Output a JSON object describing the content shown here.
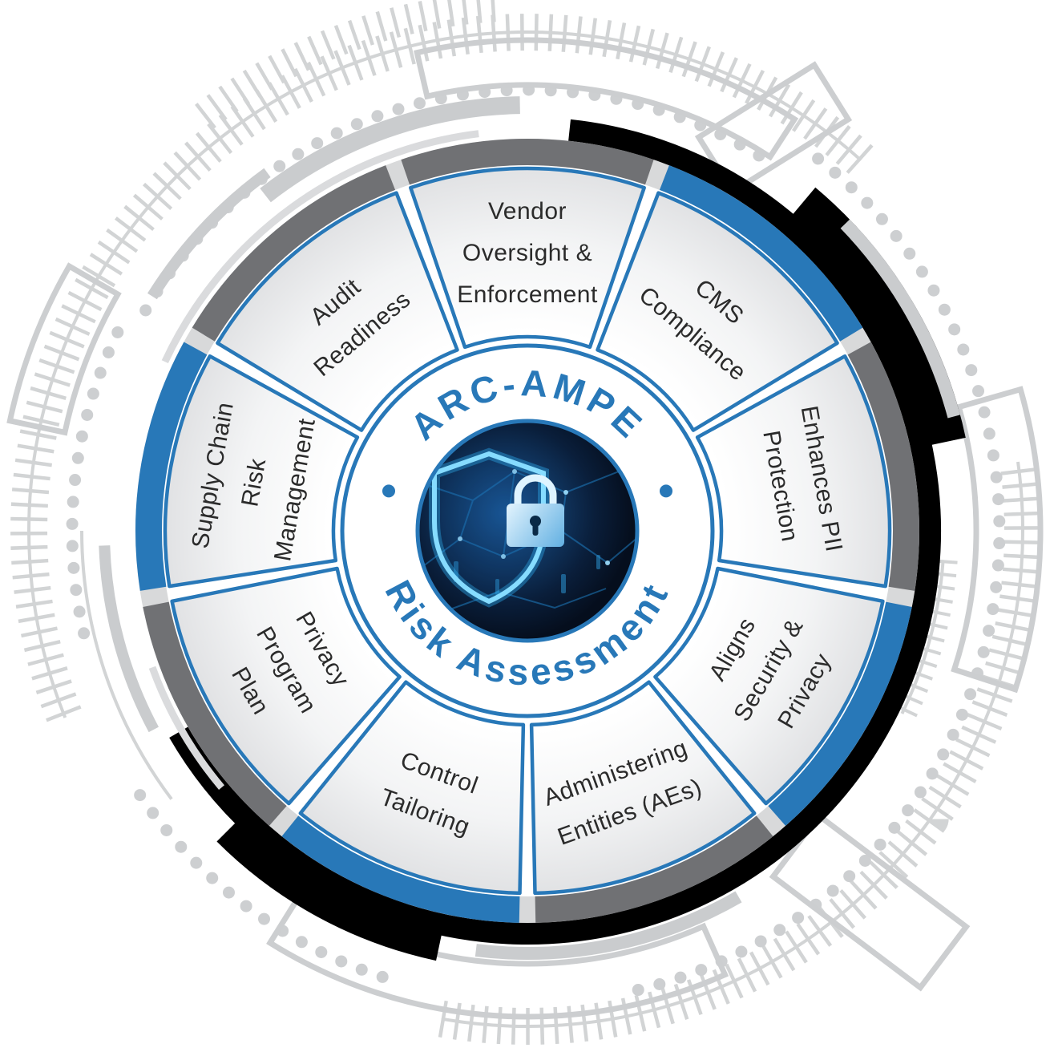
{
  "diagram": {
    "center": {
      "title_top": "ARC-AMPE",
      "title_bottom": "Risk Assessment",
      "separator": "•",
      "image": "cybersecurity-shield-padlock"
    },
    "colors": {
      "accent_blue": "#2878b8",
      "rim_gray": "#707174",
      "ring_black": "#000000",
      "decor_gray": "#d1d3d4",
      "label_color": "#2b2b2b"
    },
    "segments": [
      {
        "label": "Vendor Oversight & Enforcement",
        "lines": [
          "Vendor",
          "Oversight &",
          "Enforcement"
        ],
        "rim": "gray"
      },
      {
        "label": "CMS Compliance",
        "lines": [
          "CMS",
          "Compliance"
        ],
        "rim": "blue"
      },
      {
        "label": "Enhances PII Protection",
        "lines": [
          "Enhances PII",
          "Protection"
        ],
        "rim": "gray"
      },
      {
        "label": "Aligns Security & Privacy",
        "lines": [
          "Aligns",
          "Security &",
          "Privacy"
        ],
        "rim": "blue"
      },
      {
        "label": "Administering Entities (AEs)",
        "lines": [
          "Administering",
          "Entities (AEs)"
        ],
        "rim": "gray"
      },
      {
        "label": "Control Tailoring",
        "lines": [
          "Control",
          "Tailoring"
        ],
        "rim": "blue"
      },
      {
        "label": "Privacy Program Plan",
        "lines": [
          "Privacy",
          "Program",
          "Plan"
        ],
        "rim": "gray"
      },
      {
        "label": "Supply Chain Risk Management",
        "lines": [
          "Supply Chain",
          "Risk",
          "Management"
        ],
        "rim": "blue"
      },
      {
        "label": "Audit Readiness",
        "lines": [
          "Audit",
          "Readiness"
        ],
        "rim": "gray"
      }
    ]
  }
}
